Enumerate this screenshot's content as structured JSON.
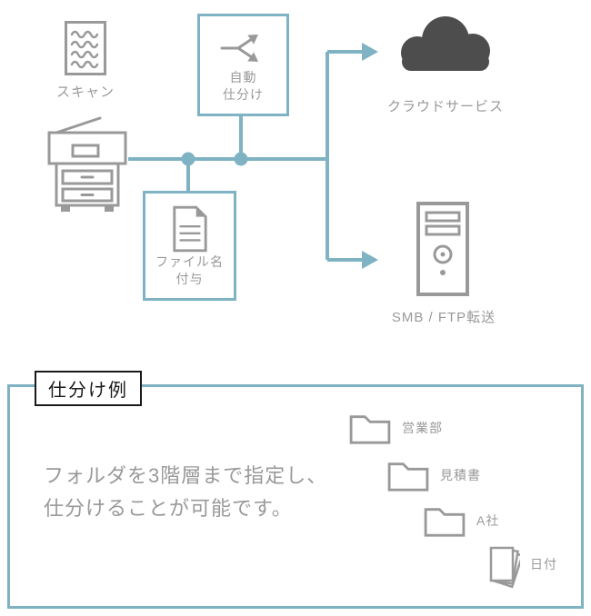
{
  "colors": {
    "accent": "#7fb2c3",
    "icon_gray": "#999999",
    "cloud_gray": "#4d4d4d",
    "text_gray": "#999999",
    "ink": "#1a1a1a"
  },
  "flow": {
    "scan_label": "スキャン",
    "auto_sort": {
      "line1": "自動",
      "line2": "仕分け"
    },
    "file_name": {
      "line1": "ファイル名",
      "line2": "付与"
    },
    "cloud_label": "クラウドサービス",
    "smb_label": "SMB / FTP転送"
  },
  "example": {
    "title": "仕分け例",
    "desc_line1": "フォルダを3階層まで指定し、",
    "desc_line2": "仕分けることが可能です。",
    "tree": [
      {
        "label": "営業部",
        "type": "folder"
      },
      {
        "label": "見積書",
        "type": "folder"
      },
      {
        "label": "A社",
        "type": "folder"
      },
      {
        "label": "日付",
        "type": "documents"
      }
    ]
  }
}
